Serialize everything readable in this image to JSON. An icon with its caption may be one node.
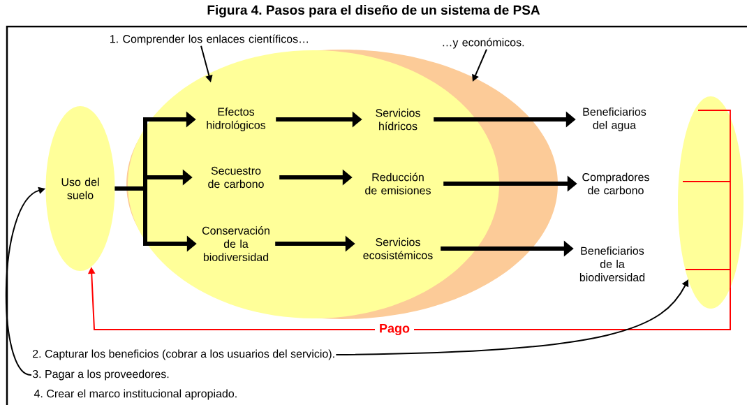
{
  "diagram": {
    "title": "Figura 4. Pasos para el diseño de un sistema de PSA",
    "nodes": [
      {
        "text": [
          "1. Comprender los enlaces científicos…"
        ]
      },
      {
        "text": [
          "…y económicos."
        ]
      },
      {
        "text": [
          "Uso del suelo"
        ]
      },
      {
        "text": [],
        "shape": "ellipse"
      },
      {
        "text": [],
        "shape": "ellipse",
        "in": 3
      },
      {
        "text": [
          "Efectos hidrológicos"
        ],
        "in": 4
      },
      {
        "text": [
          "Servicios hídricos"
        ],
        "in": 4
      },
      {
        "text": [
          "Secuestro de carbono"
        ],
        "in": 4
      },
      {
        "text": [
          "Reducción de emisiones"
        ],
        "in": 4
      },
      {
        "text": [
          "Conservación de la biodiversidad"
        ],
        "in": 4
      },
      {
        "text": [
          "Servicios ecosistémicos"
        ],
        "in": 4
      },
      {
        "text": [
          "Beneficiarios del agua"
        ]
      },
      {
        "text": [
          "Compradores de carbono"
        ]
      },
      {
        "text": [
          "Beneficiarios de la biodiversidad"
        ]
      },
      {
        "text": [],
        "shape": "ellipse"
      },
      {
        "text": [
          "2. Capturar los beneficios (cobrar a los usuarios del servicio)."
        ]
      },
      {
        "text": [
          "3. Pagar a los proveedores."
        ]
      }
    ],
    "edges": [
      {
        "from": 0,
        "to": 4,
        "arrow": "to"
      },
      {
        "from": 1,
        "to": 3,
        "arrow": "to"
      },
      {
        "from": 2,
        "to": 5,
        "arrow": "to"
      },
      {
        "from": 2,
        "to": 7,
        "arrow": "to"
      },
      {
        "from": 2,
        "to": 9,
        "arrow": "to"
      },
      {
        "from": 5,
        "to": 6,
        "arrow": "to"
      },
      {
        "from": 7,
        "to": 8,
        "arrow": "to"
      },
      {
        "from": 9,
        "to": 10,
        "arrow": "to"
      },
      {
        "from": 6,
        "to": 11,
        "arrow": "to"
      },
      {
        "from": 8,
        "to": 12,
        "arrow": "to"
      },
      {
        "from": 10,
        "to": 13,
        "arrow": "to"
      },
      {
        "from": 14,
        "to": 2,
        "arrow": "to",
        "label": "Pago",
        "color": "#ff0000"
      },
      {
        "from": 15,
        "to": 14,
        "arrow": "to"
      },
      {
        "from": 16,
        "to": 2,
        "arrow": "to"
      }
    ],
    "labels": [
      "4. Crear el marco institucional apropiado."
    ]
  }
}
